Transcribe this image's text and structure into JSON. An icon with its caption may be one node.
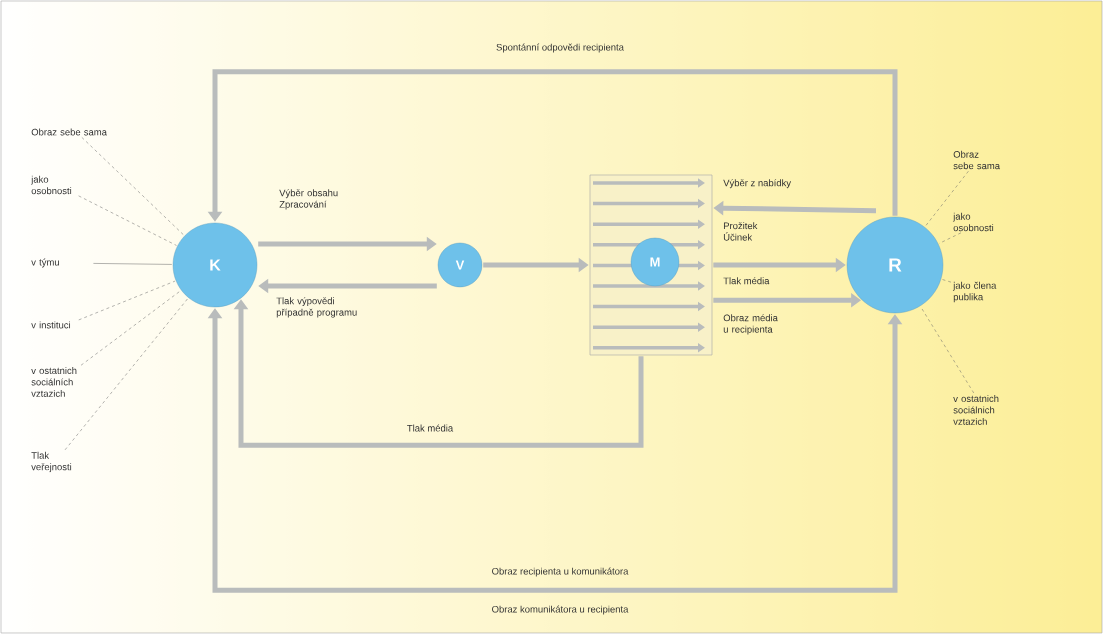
{
  "diagram": {
    "nodes": [
      {
        "text": [
          "K"
        ]
      },
      {
        "text": [
          "V"
        ]
      },
      {
        "text": [],
        "shape": "box"
      },
      {
        "text": [
          "M"
        ],
        "in": 2
      },
      {
        "text": [
          "R"
        ]
      },
      {
        "text": [
          "Obraz sebe sama"
        ]
      },
      {
        "text": [
          "jako osobnosti"
        ]
      },
      {
        "text": [
          "v týmu"
        ]
      },
      {
        "text": [
          "v instituci"
        ]
      },
      {
        "text": [
          "v ostatnich sociálních vztazich"
        ]
      },
      {
        "text": [
          "Tlak veřejnosti"
        ]
      },
      {
        "text": [
          "Obraz sebe sama"
        ]
      },
      {
        "text": [
          "jako osobnosti"
        ]
      },
      {
        "text": [
          "jako člena publika"
        ]
      },
      {
        "text": [
          "v ostatnich sociálnich vztazich"
        ]
      }
    ],
    "edges": [
      {
        "from": 0,
        "to": 1,
        "arrow": "to",
        "style": "thick",
        "label": "Výběr obsahu Zpracování"
      },
      {
        "from": 1,
        "to": 0,
        "arrow": "to",
        "style": "thick",
        "label": "Tlak výpovědi případně programu"
      },
      {
        "from": 1,
        "to": 2,
        "arrow": "to",
        "style": "thick"
      },
      {
        "from": 2,
        "to": 4,
        "arrow": "to",
        "style": "thick",
        "label": "Prožitek Účinek"
      },
      {
        "from": 2,
        "to": 4,
        "arrow": "to",
        "style": "thick",
        "label": "Tlak média"
      },
      {
        "from": 4,
        "to": 2,
        "arrow": "to",
        "style": "thick",
        "label": "Výběr z nabídky"
      },
      {
        "from": 2,
        "to": 0,
        "arrow": "to",
        "style": "thick",
        "label": "Tlak média"
      },
      {
        "from": 4,
        "to": 0,
        "arrow": "to",
        "style": "thick",
        "label": "Spontánní odpovědi recipienta"
      },
      {
        "from": 0,
        "to": 4,
        "arrow": "both",
        "style": "thick",
        "label": "Obraz recipienta u komunikátora"
      },
      {
        "from": 5,
        "to": 0,
        "arrow": "none",
        "style": "dashed"
      },
      {
        "from": 6,
        "to": 0,
        "arrow": "none",
        "style": "dashed"
      },
      {
        "from": 7,
        "to": 0,
        "arrow": "none"
      },
      {
        "from": 8,
        "to": 0,
        "arrow": "none",
        "style": "dashed"
      },
      {
        "from": 9,
        "to": 0,
        "arrow": "none",
        "style": "dashed"
      },
      {
        "from": 10,
        "to": 0,
        "arrow": "none",
        "style": "dashed"
      },
      {
        "from": 11,
        "to": 4,
        "arrow": "none",
        "style": "dashed"
      },
      {
        "from": 12,
        "to": 4,
        "arrow": "none",
        "style": "dashed"
      },
      {
        "from": 13,
        "to": 4,
        "arrow": "none",
        "style": "dashed"
      },
      {
        "from": 14,
        "to": 4,
        "arrow": "none",
        "style": "dashed"
      }
    ],
    "labels": [
      "Obraz média u recipienta",
      "Obraz komunikátora u recipienta"
    ]
  }
}
